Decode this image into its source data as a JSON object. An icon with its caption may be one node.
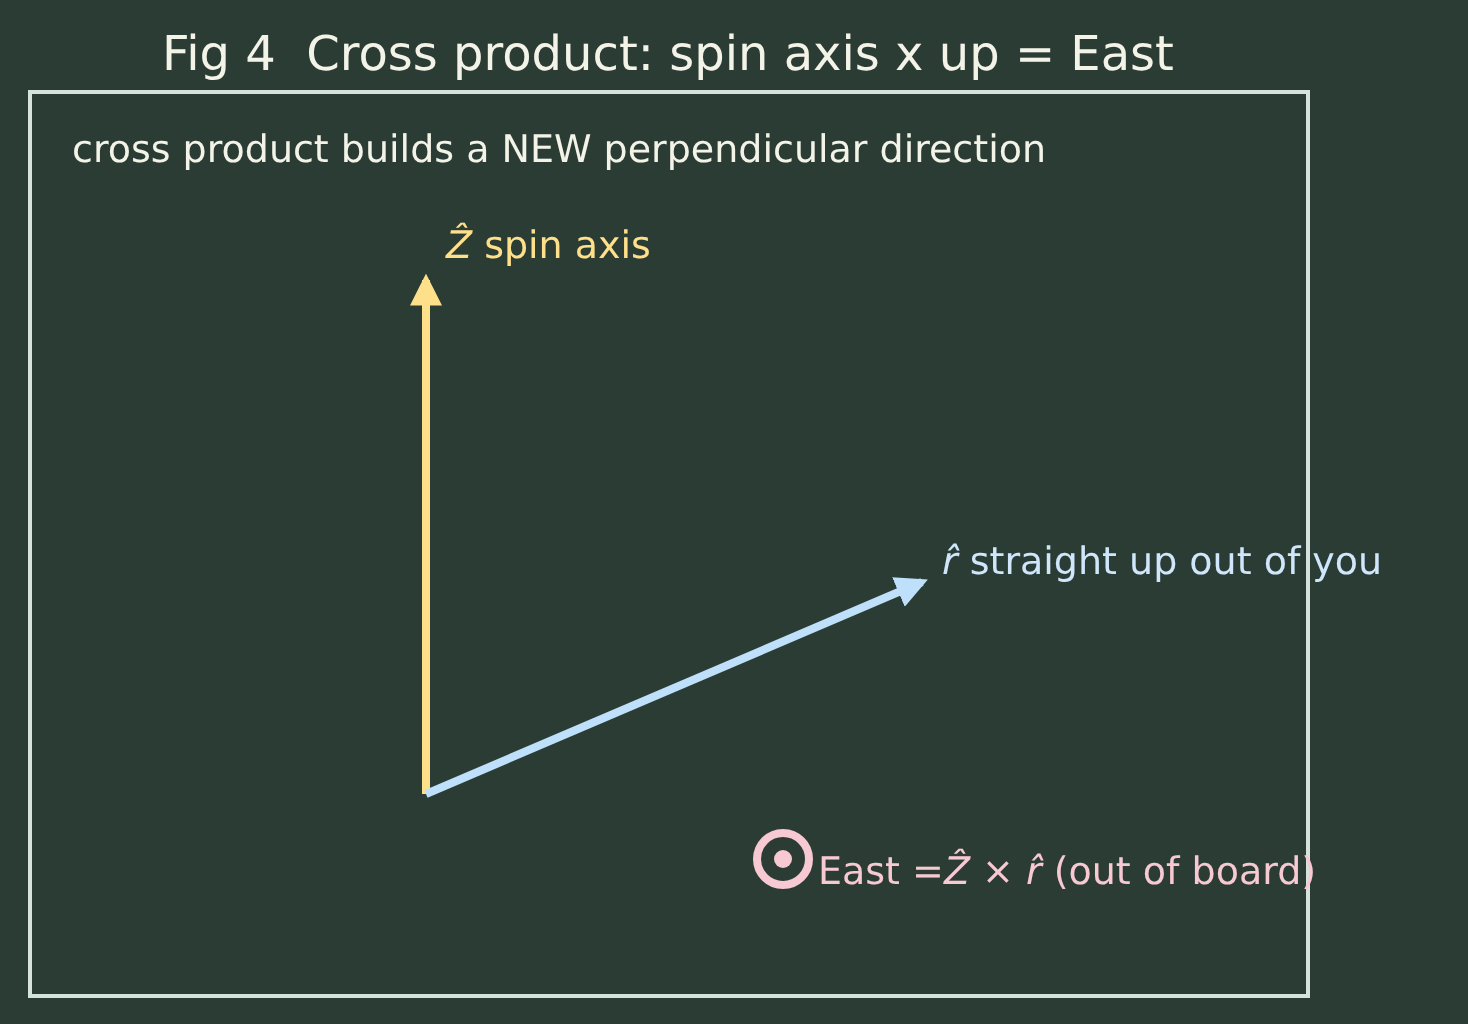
{
  "diagram": {
    "title": "Fig 4  Cross product: spin axis x up = East",
    "nodes": [
      {
        "text": [
          "cross product builds a NEW perpendicular direction"
        ]
      },
      {
        "text": [
          "*Ẑ* spin axis"
        ],
        "in": 0
      },
      {
        "text": [
          "*r̂* straight up out of you"
        ]
      },
      {
        "text": [],
        "shape": "circle",
        "in": 0,
        "beside": [
          "East =*Ẑ* × *r̂* (out of board)"
        ]
      }
    ],
    "edges": [
      {
        "from": null,
        "to": 1,
        "arrow": "to",
        "color": "#ffe08a"
      },
      {
        "from": null,
        "to": 2,
        "arrow": "to",
        "color": "#bfe0fb"
      }
    ]
  }
}
